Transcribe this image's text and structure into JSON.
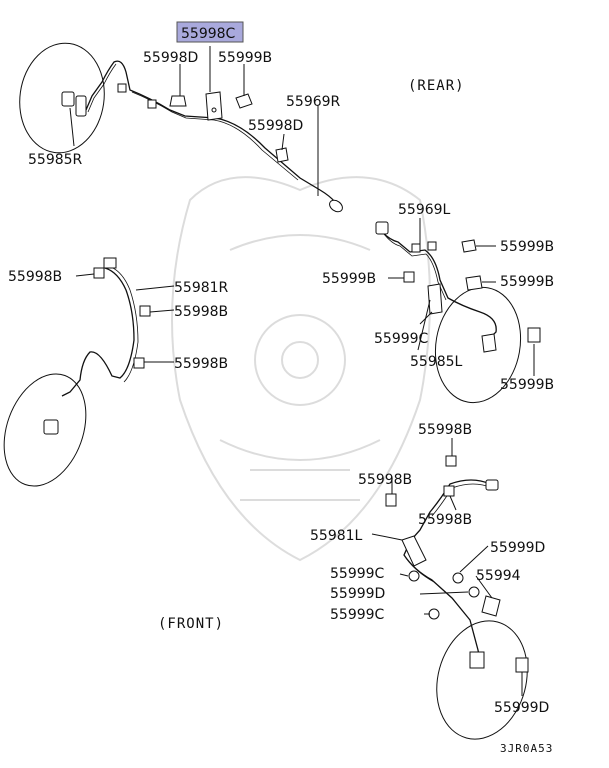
{
  "views": {
    "rear": "(REAR)",
    "front": "(FRONT)"
  },
  "highlight": {
    "part": "55998C",
    "color": "#a9a9dc"
  },
  "labels": {
    "l_55998C": "55998C",
    "l_55998D_top": "55998D",
    "l_55999B_top": "55999B",
    "l_55969R": "55969R",
    "l_55998D_mid": "55998D",
    "l_55985R": "55985R",
    "l_55969L": "55969L",
    "l_55999B_r1": "55999B",
    "l_55999B_r2": "55999B",
    "l_55999B_left": "55999B",
    "l_55999C_r": "55999C",
    "l_55985L": "55985L",
    "l_55999B_r3": "55999B",
    "l_55998B_fl": "55998B",
    "l_55981R": "55981R",
    "l_55998B_f1": "55998B",
    "l_55998B_f2": "55998B",
    "l_55998B_fr1": "55998B",
    "l_55998B_fr2": "55998B",
    "l_55998B_fr3": "55998B",
    "l_55981L": "55981L",
    "l_55999D_a": "55999D",
    "l_55999C_a": "55999C",
    "l_55994": "55994",
    "l_55999D_b": "55999D",
    "l_55999C_b": "55999C",
    "l_55999D_c": "55999D"
  },
  "footer": {
    "code": "3JR0A53"
  }
}
